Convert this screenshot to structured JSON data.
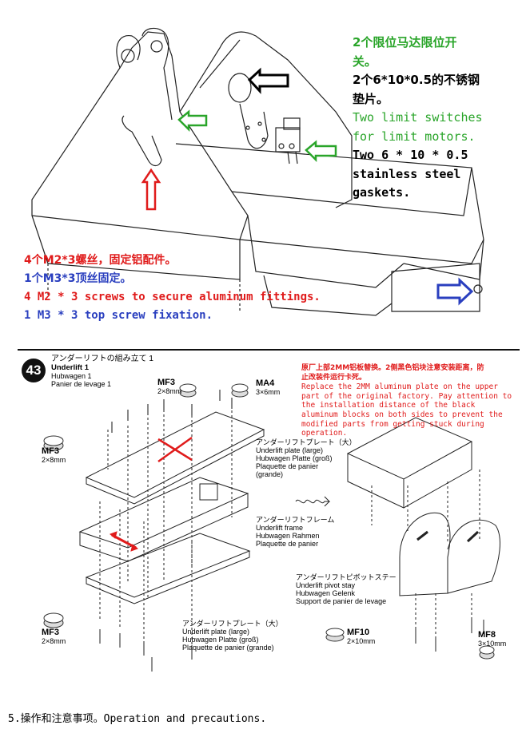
{
  "top_notes_right": [
    {
      "text": "2个限位马达限位开",
      "color": "green"
    },
    {
      "text": "关。",
      "color": "green"
    },
    {
      "text": "2个6*10*0.5的不锈钢",
      "color": "black"
    },
    {
      "text": "垫片。",
      "color": "black"
    },
    {
      "text": "Two limit switches",
      "color": "green"
    },
    {
      "text": "for limit motors.",
      "color": "green"
    },
    {
      "text": "Two 6 * 10 * 0.5",
      "color": "black"
    },
    {
      "text": "stainless steel",
      "color": "black"
    },
    {
      "text": "gaskets.",
      "color": "black"
    }
  ],
  "top_notes_left": [
    {
      "text": "4个M2*3螺丝，固定铝配件。",
      "color": "red"
    },
    {
      "text": "1个M3*3顶丝固定。",
      "color": "blue"
    },
    {
      "text": "4 M2 * 3 screws to secure aluminum fittings.",
      "color": "red"
    },
    {
      "text": "1 M3 * 3 top screw fixation.",
      "color": "blue"
    }
  ],
  "step": {
    "number": "43",
    "title_jp": "アンダーリフトの組み立て 1",
    "title_en": "Underlift 1",
    "title_de": "Hubwagen 1",
    "title_fr": "Panier de levage 1"
  },
  "red_note": [
    "原厂上部2MM铝板替换。2侧黑色铝块注意安装距离，防",
    "止改装件运行卡死。",
    "Replace the 2MM aluminum plate on the upper",
    "part of the original factory. Pay attention to",
    "the installation distance of the black",
    "aluminum blocks on both sides to prevent the",
    "modified parts from getting stuck during",
    "operation."
  ],
  "parts": {
    "mf3_top": {
      "code": "MF3",
      "size": "2×8mm"
    },
    "ma4": {
      "code": "MA4",
      "size": "3×6mm"
    },
    "mf3_left": {
      "code": "MF3",
      "size": "2×8mm"
    },
    "mf3_bottom": {
      "code": "MF3",
      "size": "2×8mm"
    },
    "mf10": {
      "code": "MF10",
      "size": "2×10mm"
    },
    "mf8": {
      "code": "MF8",
      "size": "3×10mm"
    }
  },
  "labels": {
    "plate_large_top": [
      "アンダーリフトプレート（大）",
      "Underlift plate (large)",
      "Hubwagen Platte (groß)",
      "Plaquette de panier",
      "(grande)"
    ],
    "frame": [
      "アンダーリフトフレーム",
      "Underlift frame",
      "Hubwagen Rahmen",
      "Plaquette de panier"
    ],
    "plate_large_bottom": [
      "アンダーリフトプレート（大）",
      "Underlift plate (large)",
      "Hubwagen Platte (groß)",
      "Plaquette de panier (grande)"
    ],
    "pivot_stay": [
      "アンダーリフトピボットステー",
      "Underlift pivot stay",
      "Hubwagen Gelenk",
      "Support de panier de levage"
    ]
  },
  "footer": "5.操作和注意事项。Operation and precautions."
}
